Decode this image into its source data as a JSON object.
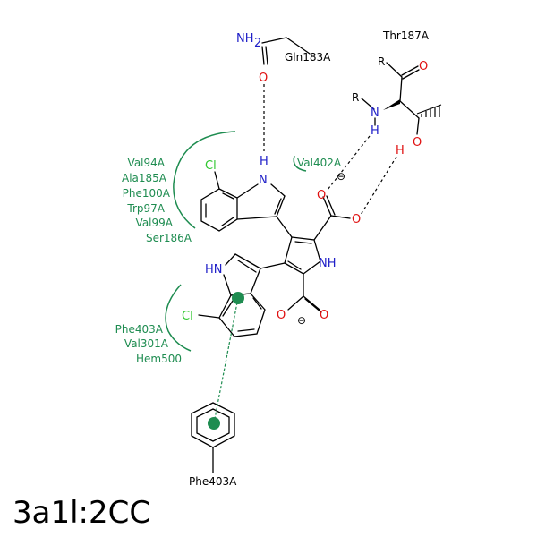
{
  "caption": "3a1l:2CC",
  "colors": {
    "bond": "#000000",
    "nitrogen": "#2020c8",
    "oxygen": "#e01010",
    "chlorine": "#30c830",
    "residue": "#1e8c50",
    "hbond": "#000000",
    "pi_stack": "#1e8c50"
  },
  "residues": {
    "gln183a": "Gln183A",
    "thr187a": "Thr187A",
    "val402a": "Val402A",
    "phe403a_ring": "Phe403A",
    "hydrophobic_top": [
      "Val94A",
      "Ala185A",
      "Phe100A",
      "Trp97A",
      "Val99A",
      "Ser186A"
    ],
    "hydrophobic_bottom": [
      "Phe403A",
      "Val301A",
      "Hem500"
    ]
  },
  "atoms": {
    "nh2": "NH",
    "nh2_sub": "2",
    "gln_o": "O",
    "thr_o_carbonyl": "O",
    "thr_r1": "R",
    "thr_r2": "R",
    "thr_n": "N",
    "thr_h": "H",
    "thr_og": "O",
    "thr_hg": "H",
    "cl_top": "Cl",
    "indole1_h": "H",
    "indole1_n": "N",
    "carboxyl1_o1": "O",
    "carboxyl1_o2": "O",
    "carboxyl1_charge": "⊖",
    "pyrrole_nh": "NH",
    "indole2_hn": "HN",
    "cl_bottom": "Cl",
    "carboxyl2_o1": "O",
    "carboxyl2_o2": "O",
    "carboxyl2_charge": "⊖"
  }
}
